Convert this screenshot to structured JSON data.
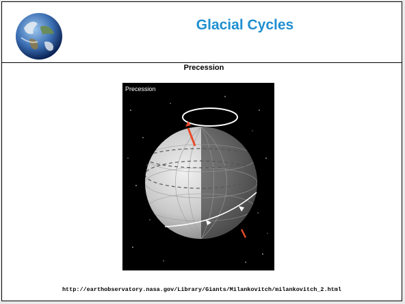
{
  "slide": {
    "title": "Glacial Cycles",
    "subtitle": "Precession",
    "url": "http://earthobservatory.nasa.gov/Library/Giants/Milankovitch/milankovitch_2.html"
  },
  "figure": {
    "label": "Precession"
  },
  "icons": {
    "logo": "earth-globe-icon"
  },
  "colors": {
    "title": "#1f8fd0",
    "arrow": "#e84a2a"
  }
}
